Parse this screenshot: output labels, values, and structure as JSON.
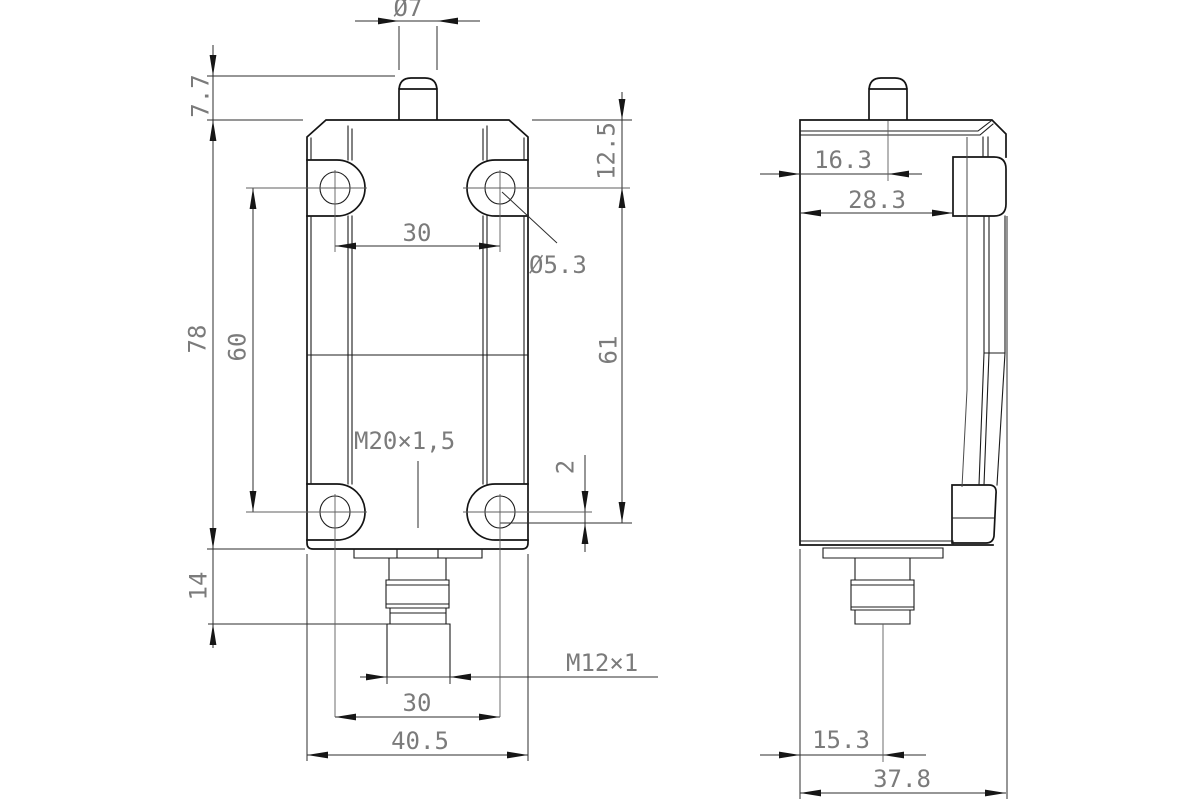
{
  "drawing": {
    "type": "technical-dimension-drawing",
    "views": [
      "front",
      "side"
    ],
    "colors": {
      "background": "#ffffff",
      "part_lines": "#141414",
      "dimension_lines": "#2e2e2e",
      "label_text": "#7b7b7b"
    }
  },
  "dims": {
    "front": {
      "dia7": "Ø7",
      "h77": "7.7",
      "d125": "12.5",
      "dia53": "Ø5.3",
      "s30_top": "30",
      "h78": "78",
      "h60": "60",
      "h61": "61",
      "m20": "M20×1,5",
      "g2": "2",
      "h14": "14",
      "m12": "M12×1",
      "s30_bottom": "30",
      "w405": "40.5"
    },
    "side": {
      "d163": "16.3",
      "d283": "28.3",
      "d153": "15.3",
      "w378": "37.8"
    }
  }
}
